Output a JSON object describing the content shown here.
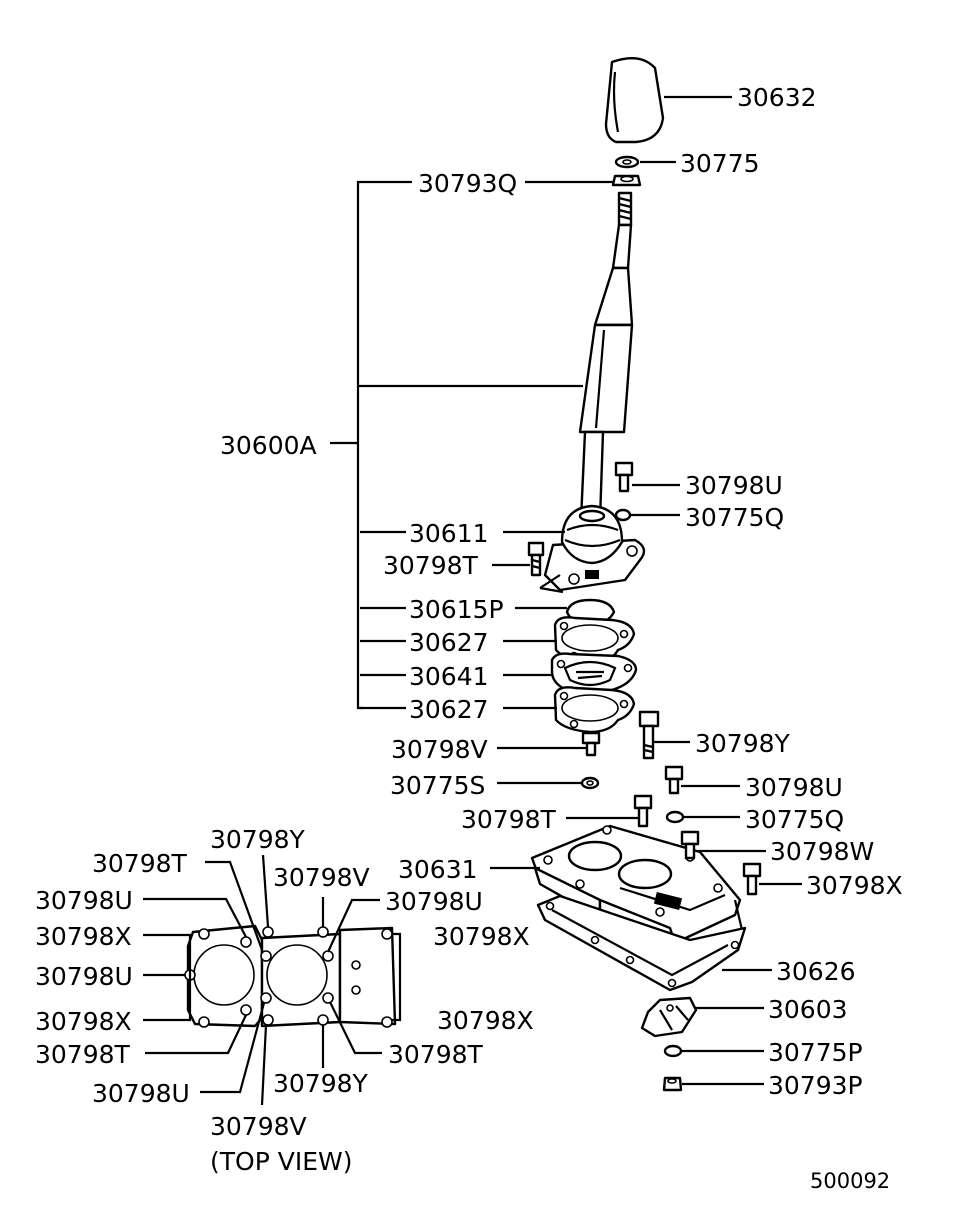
{
  "diagram_id": "500092",
  "view_label": "(TOP VIEW)",
  "parts": {
    "knob": "30632",
    "knob_nut": "30775",
    "lever_nut": "30793Q",
    "lever_assy": "30600A",
    "boot_retainer": "30611",
    "retainer_bolt": "30798T",
    "bolt_u_top": "30798U",
    "nut_q_top": "30775Q",
    "seat": "30615P",
    "gasket_upper": "30627",
    "plate": "30641",
    "gasket_lower": "30627",
    "bolt_v": "30798V",
    "bolt_y": "30798Y",
    "nut_s": "30775S",
    "bolt_u_mid": "30798U",
    "bolt_t_mid": "30798T",
    "nut_q_mid": "30775Q",
    "case": "30631",
    "bolt_w": "30798W",
    "bolt_x": "30798X",
    "gasket_case": "30626",
    "bracket": "30603",
    "nut_p": "30775P",
    "nut_p2": "30793P"
  },
  "top_view": {
    "top_y": "30798Y",
    "top_t": "30798T",
    "top_v": "30798V",
    "left_u1": "30798U",
    "left_x1": "30798X",
    "left_u2": "30798U",
    "left_x2": "30798X",
    "left_t": "30798T",
    "right_u": "30798U",
    "right_x1": "30798X",
    "right_x2": "30798X",
    "right_t": "30798T",
    "bottom_u": "30798U",
    "bottom_y": "30798Y",
    "bottom_v": "30798V"
  }
}
